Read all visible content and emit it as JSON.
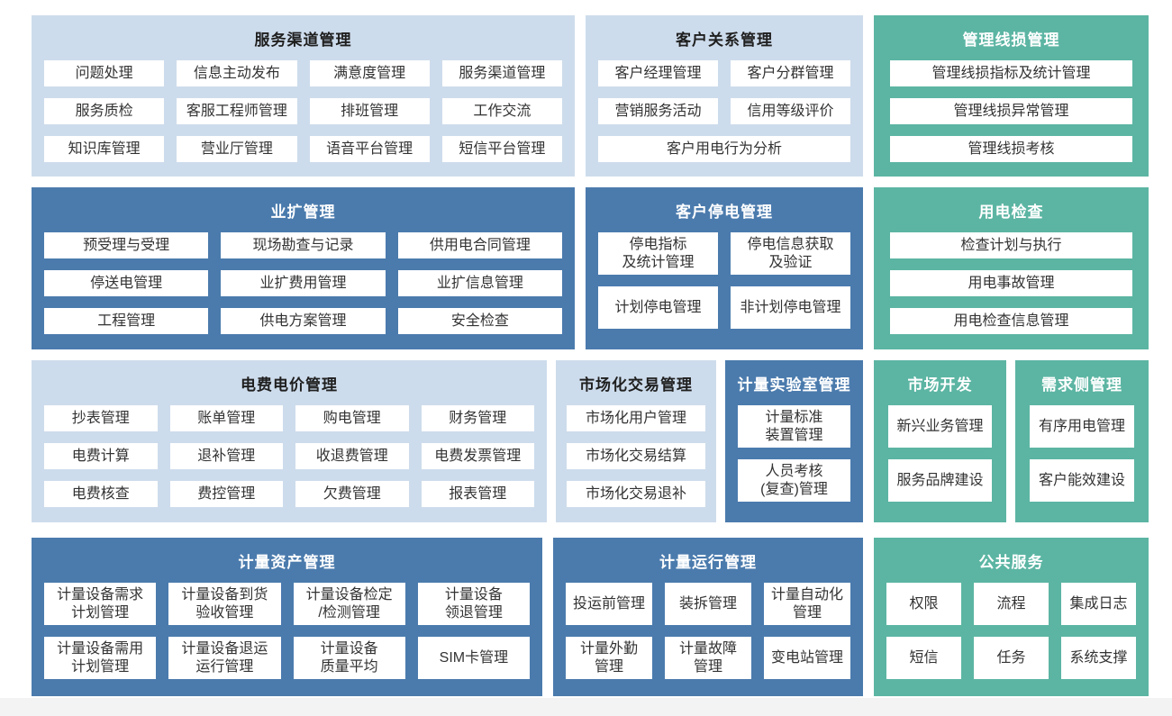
{
  "palette": {
    "light_blue": "#cddcec",
    "dark_blue": "#4b7bad",
    "teal": "#5cb5a3",
    "item_bg": "#ffffff",
    "item_text": "#333333",
    "title_dark": "#1f1f1f",
    "title_light": "#ffffff",
    "page_bg": "#ffffff",
    "footer_bg": "#f2f3f2"
  },
  "blocks": [
    {
      "title": "服务渠道管理",
      "variant": "light",
      "items": [
        "问题处理",
        "信息主动发布",
        "满意度管理",
        "服务渠道管理",
        "服务质检",
        "客服工程师管理",
        "排班管理",
        "工作交流",
        "知识库管理",
        "营业厅管理",
        "语音平台管理",
        "短信平台管理"
      ]
    },
    {
      "title": "客户关系管理",
      "variant": "light",
      "items": [
        "客户经理管理",
        "客户分群管理",
        "营销服务活动",
        "信用等级评价",
        "客户用电行为分析"
      ]
    },
    {
      "title": "管理线损管理",
      "variant": "teal",
      "items": [
        "管理线损指标及统计管理",
        "管理线损异常管理",
        "管理线损考核"
      ]
    },
    {
      "title": "业扩管理",
      "variant": "dark",
      "items": [
        "预受理与受理",
        "现场勘查与记录",
        "供用电合同管理",
        "停送电管理",
        "业扩费用管理",
        "业扩信息管理",
        "工程管理",
        "供电方案管理",
        "安全检查"
      ]
    },
    {
      "title": "客户停电管理",
      "variant": "dark",
      "items": [
        "停电指标\n及统计管理",
        "停电信息获取\n及验证",
        "计划停电管理",
        "非计划停电管理"
      ]
    },
    {
      "title": "用电检查",
      "variant": "teal",
      "items": [
        "检查计划与执行",
        "用电事故管理",
        "用电检查信息管理"
      ]
    },
    {
      "title": "电费电价管理",
      "variant": "light",
      "items": [
        "抄表管理",
        "账单管理",
        "购电管理",
        "财务管理",
        "电费计算",
        "退补管理",
        "收退费管理",
        "电费发票管理",
        "电费核查",
        "费控管理",
        "欠费管理",
        "报表管理"
      ]
    },
    {
      "title": "市场化交易管理",
      "variant": "light",
      "items": [
        "市场化用户管理",
        "市场化交易结算",
        "市场化交易退补"
      ]
    },
    {
      "title": "计量实验室管理",
      "variant": "dark",
      "items": [
        "计量标准\n装置管理",
        "人员考核\n(复查)管理"
      ]
    },
    {
      "title": "市场开发",
      "variant": "teal",
      "items": [
        "新兴业务管理",
        "服务品牌建设"
      ]
    },
    {
      "title": "需求侧管理",
      "variant": "teal",
      "items": [
        "有序用电管理",
        "客户能效建设"
      ]
    },
    {
      "title": "计量资产管理",
      "variant": "dark",
      "items": [
        "计量设备需求\n计划管理",
        "计量设备到货\n验收管理",
        "计量设备检定\n/检测管理",
        "计量设备\n领退管理",
        "计量设备需用\n计划管理",
        "计量设备退运\n运行管理",
        "计量设备\n质量平均",
        "SIM卡管理"
      ]
    },
    {
      "title": "计量运行管理",
      "variant": "dark",
      "items": [
        "投运前管理",
        "装拆管理",
        "计量自动化\n管理",
        "计量外勤\n管理",
        "计量故障\n管理",
        "变电站管理"
      ]
    },
    {
      "title": "公共服务",
      "variant": "teal",
      "items": [
        "权限",
        "流程",
        "集成日志",
        "短信",
        "任务",
        "系统支撑"
      ]
    }
  ]
}
